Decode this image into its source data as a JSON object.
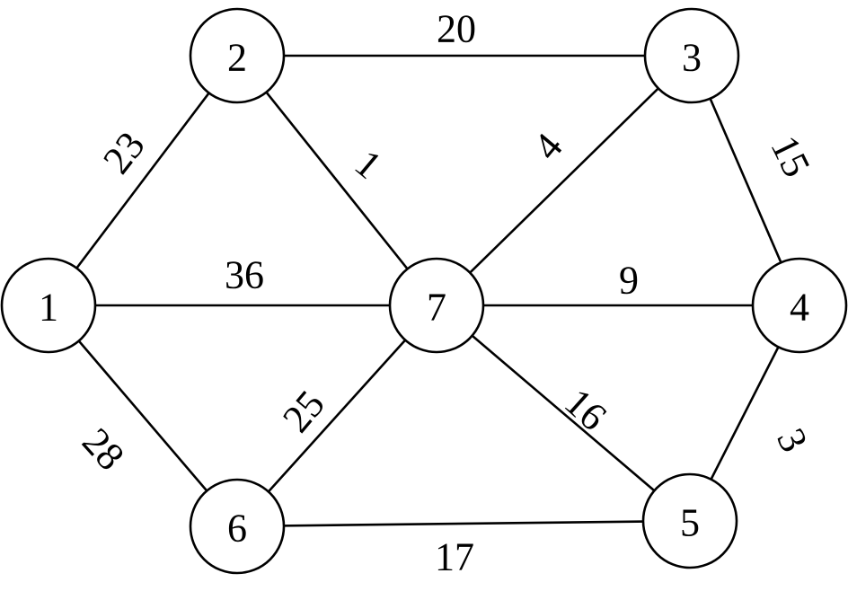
{
  "graph": {
    "nodes": [
      {
        "id": "1",
        "label": "1"
      },
      {
        "id": "2",
        "label": "2"
      },
      {
        "id": "3",
        "label": "3"
      },
      {
        "id": "4",
        "label": "4"
      },
      {
        "id": "5",
        "label": "5"
      },
      {
        "id": "6",
        "label": "6"
      },
      {
        "id": "7",
        "label": "7"
      }
    ],
    "edges": [
      {
        "from": "2",
        "to": "3",
        "weight": "20"
      },
      {
        "from": "1",
        "to": "2",
        "weight": "23"
      },
      {
        "from": "2",
        "to": "7",
        "weight": "1"
      },
      {
        "from": "3",
        "to": "7",
        "weight": "4"
      },
      {
        "from": "3",
        "to": "4",
        "weight": "15"
      },
      {
        "from": "1",
        "to": "7",
        "weight": "36"
      },
      {
        "from": "7",
        "to": "4",
        "weight": "9"
      },
      {
        "from": "7",
        "to": "6",
        "weight": "25"
      },
      {
        "from": "7",
        "to": "5",
        "weight": "16"
      },
      {
        "from": "1",
        "to": "6",
        "weight": "28"
      },
      {
        "from": "4",
        "to": "5",
        "weight": "3"
      },
      {
        "from": "6",
        "to": "5",
        "weight": "17"
      }
    ]
  },
  "colors": {
    "stroke": "#000000",
    "background": "#ffffff"
  }
}
